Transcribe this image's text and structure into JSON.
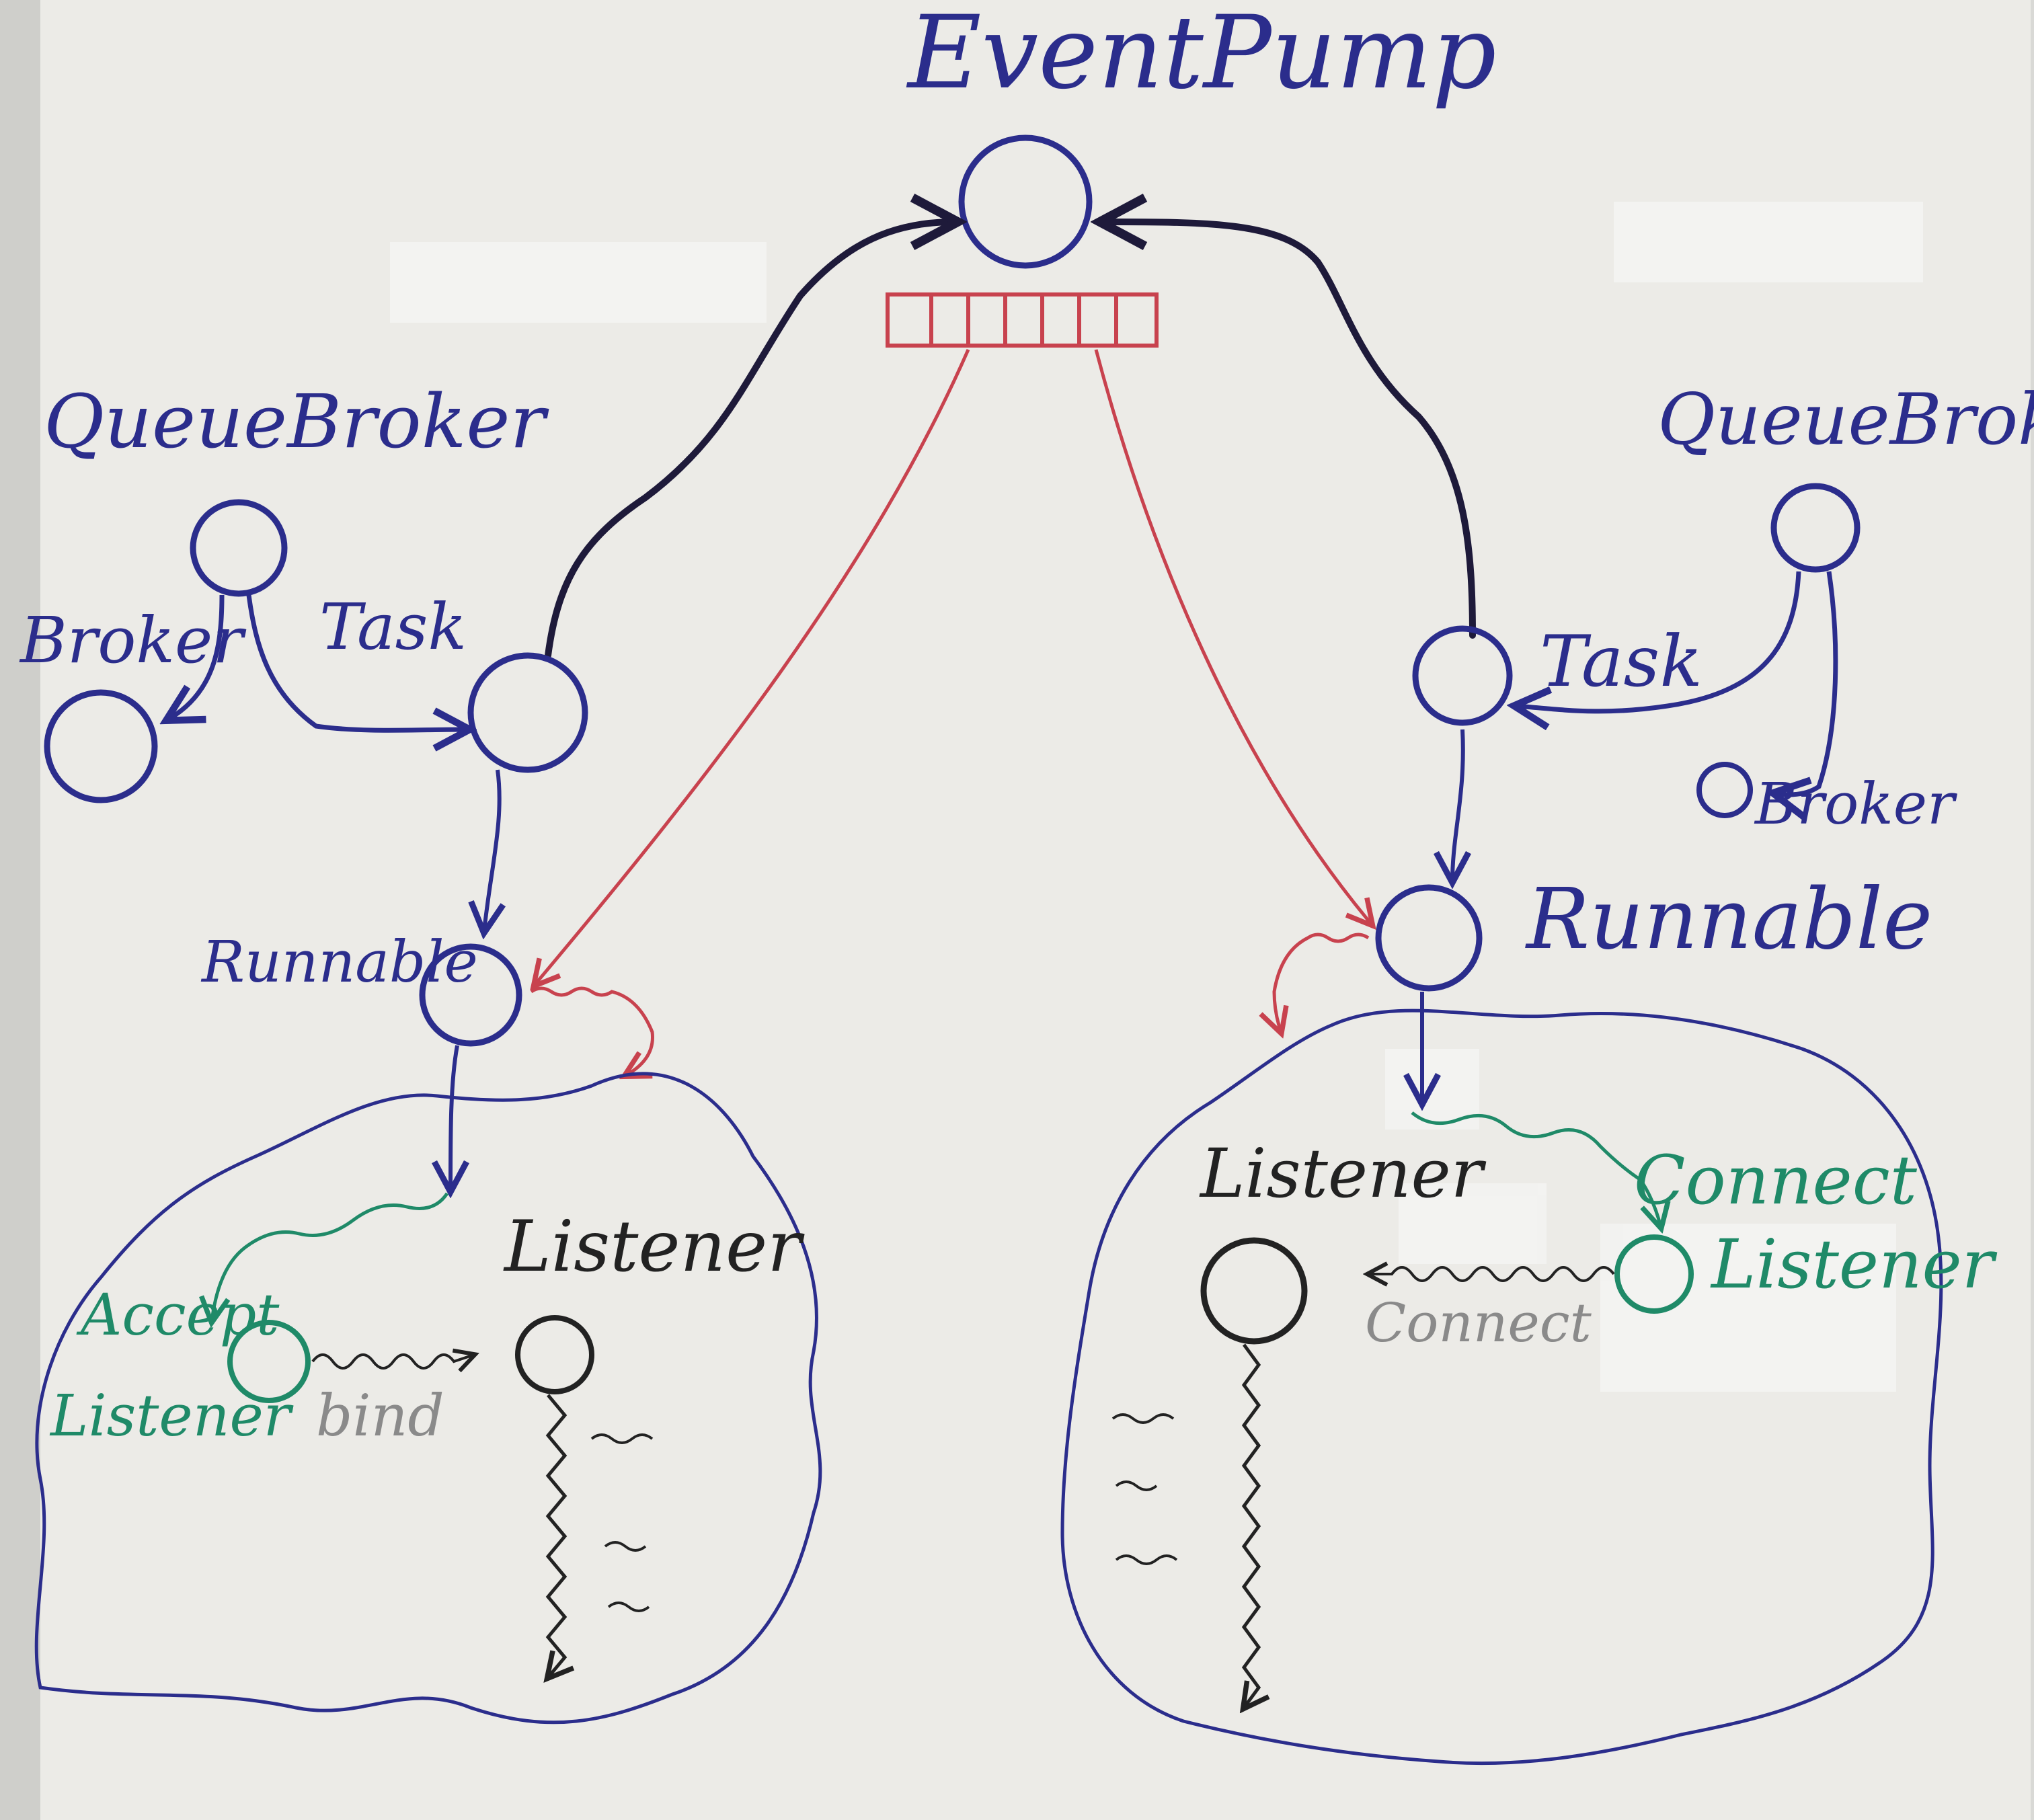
{
  "colors": {
    "paper": "#ecebe7",
    "blue_ink": "#2b2d8c",
    "dark_ink": "#1e1a3a",
    "red_ink": "#c8424e",
    "green_ink": "#1f8a68",
    "black_ink": "#222222",
    "gray_ink": "#8a8a8a"
  },
  "labels": {
    "event_pump": "EventPump",
    "left_queue_broker": "QueueBroker",
    "left_broker": "Broker",
    "left_task": "Task",
    "left_runnable": "Runnable",
    "left_listener": "Listener",
    "left_accept_line1": "Accept",
    "left_accept_line2": "Listener",
    "left_bind": "bind",
    "right_queue_broker": "QueueBroker",
    "right_broker": "Broker",
    "right_task": "Task",
    "right_runnable": "Runnable",
    "right_listener": "Listener",
    "right_connect_line1": "Connect",
    "right_connect_line2": "Listener",
    "right_connect": "Connect"
  }
}
